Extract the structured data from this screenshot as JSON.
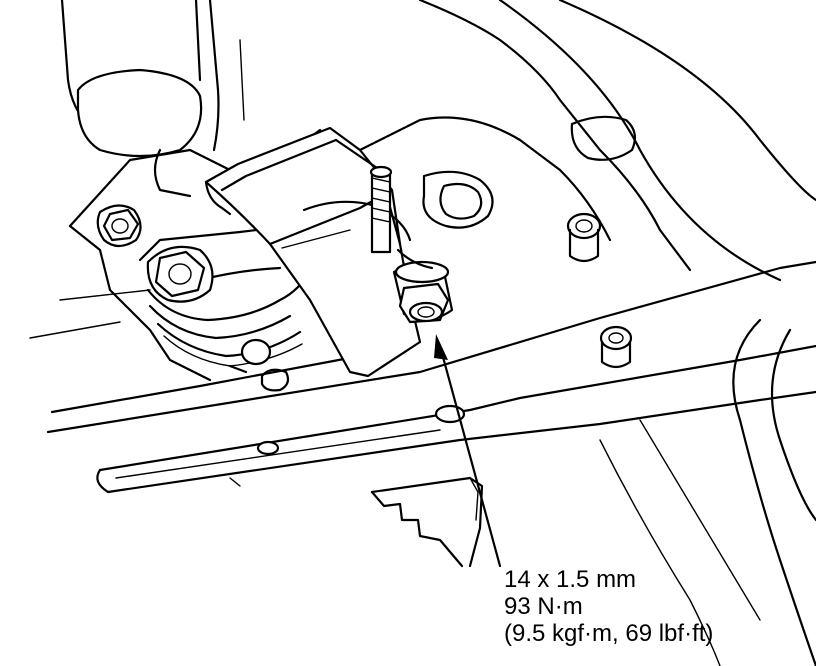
{
  "callout": {
    "bolt_size": "14 x 1.5 mm",
    "torque_nm": "93 N·m",
    "torque_alt": "(9.5 kgf·m, 69 lbf·ft)"
  },
  "colors": {
    "line": "#000000",
    "background": "#ffffff"
  }
}
